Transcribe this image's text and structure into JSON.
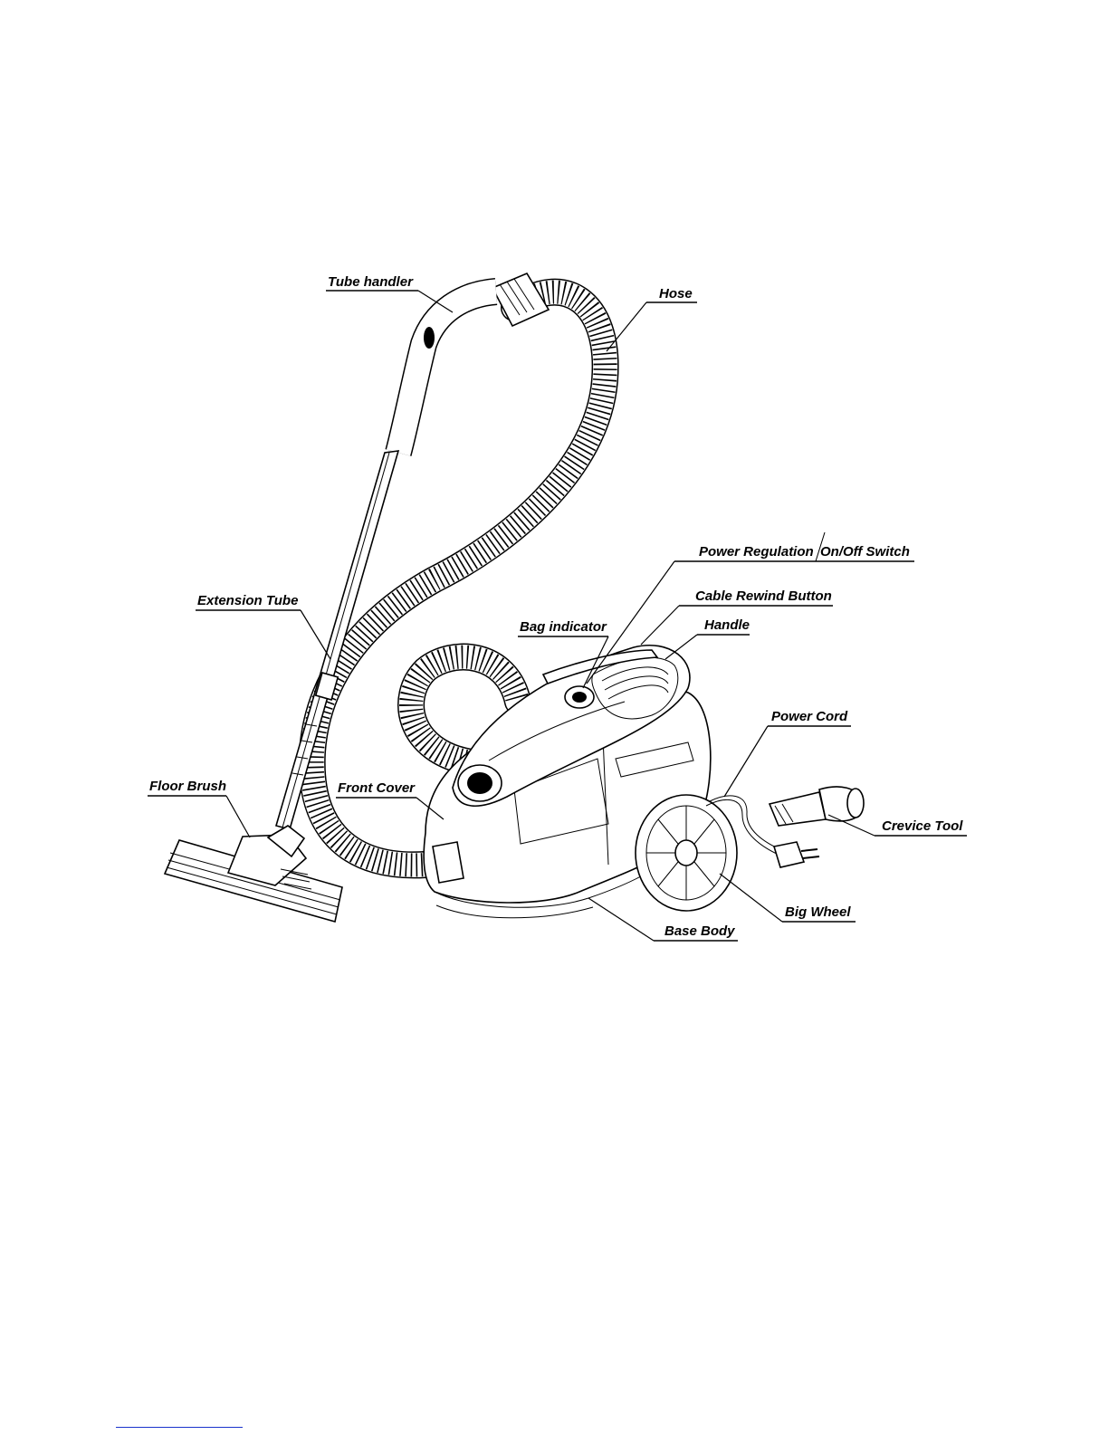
{
  "labels": {
    "tube_handler": "Tube handler",
    "hose": "Hose",
    "power_regulation": "Power Regulation",
    "on_off_switch": "On/Off Switch",
    "cable_rewind_button": "Cable Rewind Button",
    "handle": "Handle",
    "bag_indicator": "Bag indicator",
    "extension_tube": "Extension Tube",
    "power_cord": "Power Cord",
    "floor_brush": "Floor Brush",
    "front_cover": "Front Cover",
    "crevice_tool": "Crevice Tool",
    "big_wheel": "Big Wheel",
    "base_body": "Base Body"
  },
  "colors": {
    "ink": "#000000",
    "paper": "#ffffff",
    "footer_rule": "#1a33cc"
  }
}
